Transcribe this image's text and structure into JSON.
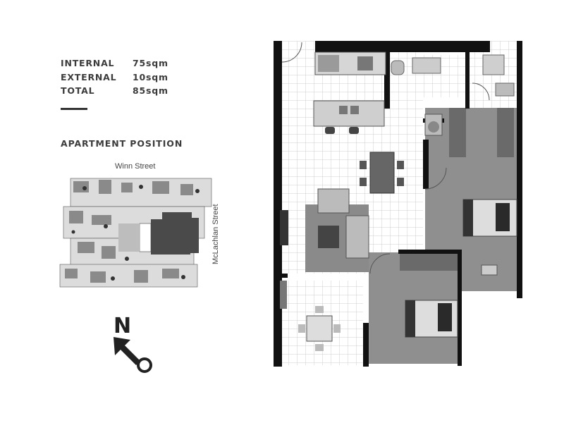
{
  "areas": [
    {
      "label": "INTERNAL",
      "value": "75sqm"
    },
    {
      "label": "EXTERNAL",
      "value": "10sqm"
    },
    {
      "label": "TOTAL",
      "value": "85sqm"
    }
  ],
  "apartment_position": {
    "heading": "APARTMENT POSITION",
    "streets": {
      "top": "Winn Street",
      "right": "McLachlan Street"
    }
  },
  "compass": {
    "letter": "N",
    "icon": "north-arrow-icon"
  },
  "colors": {
    "text": "#3a3a3a",
    "wall": "#111111",
    "room_shade": "#8f8f8f",
    "tile_grid": "#cfcfcf"
  }
}
